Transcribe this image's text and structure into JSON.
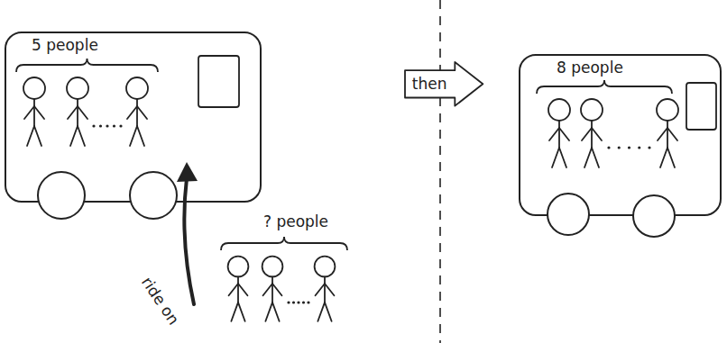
{
  "diagram": {
    "nodes": [
      {
        "text": [
          "5 people"
        ]
      },
      {
        "text": [
          "then"
        ]
      },
      {
        "text": [
          "8 people"
        ]
      }
    ],
    "labels": [
      "ride on",
      "? people"
    ]
  }
}
